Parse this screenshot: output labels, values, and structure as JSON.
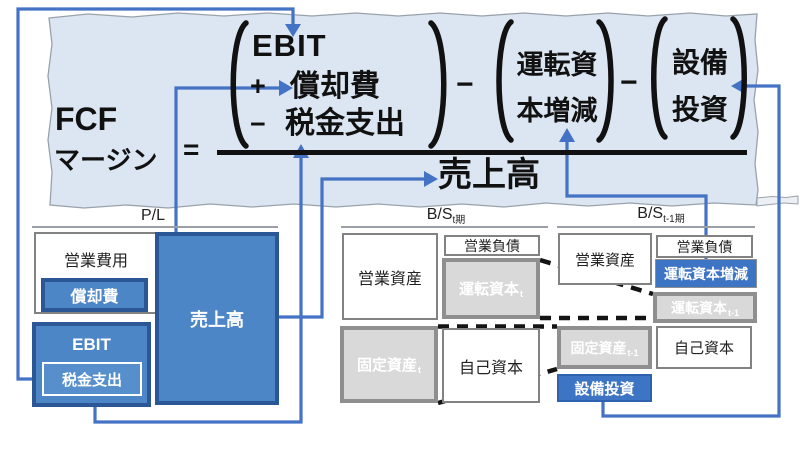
{
  "formula": {
    "lhs": {
      "line1": "FCF",
      "line2": "マージン"
    },
    "equals": "=",
    "ebitda_group": {
      "ebit": "EBIT",
      "plus": "+",
      "depreciation": "償却費",
      "minus": "−",
      "tax": "税金支出"
    },
    "minus_1": "−",
    "wc_group": {
      "line1": "運転資",
      "line2": "本増減"
    },
    "minus_2": "−",
    "capex_group": {
      "line1": "設備",
      "line2": "投資"
    },
    "denominator": "売上高"
  },
  "pl": {
    "title": "P/L",
    "opex": "営業費用",
    "depreciation": "償却費",
    "ebit": "EBIT",
    "tax": "税金支出",
    "sales": "売上高"
  },
  "bs_t": {
    "title": "B/S",
    "title_sub": "t期",
    "op_assets": "営業資産",
    "op_liab": "営業負債",
    "wc": "運転資本",
    "wc_sub": "t",
    "fa": "固定資産",
    "fa_sub": "t",
    "equity": "自己資本"
  },
  "bs_t1": {
    "title": "B/S",
    "title_sub": "t-1期",
    "op_assets": "営業資産",
    "op_liab": "営業負債",
    "wc_change": "運転資本増減",
    "wc": "運転資本",
    "wc_sub": "t-1",
    "fa": "固定資産",
    "fa_sub": "t-1",
    "equity": "自己資本",
    "capex": "設備投資"
  },
  "colors": {
    "connector_blue": "#4472c4",
    "box_blue_fill": "#4d86c7",
    "box_blue_border": "#2b5797",
    "highlight_blue": "#3e74c4",
    "banner_blue": "#dce6f2",
    "banner_edge_gray": "#99a2ac",
    "gray_box_fill": "#d9d9d9",
    "gray_box_border": "#8f8f8f",
    "dashed_black": "#141414"
  }
}
